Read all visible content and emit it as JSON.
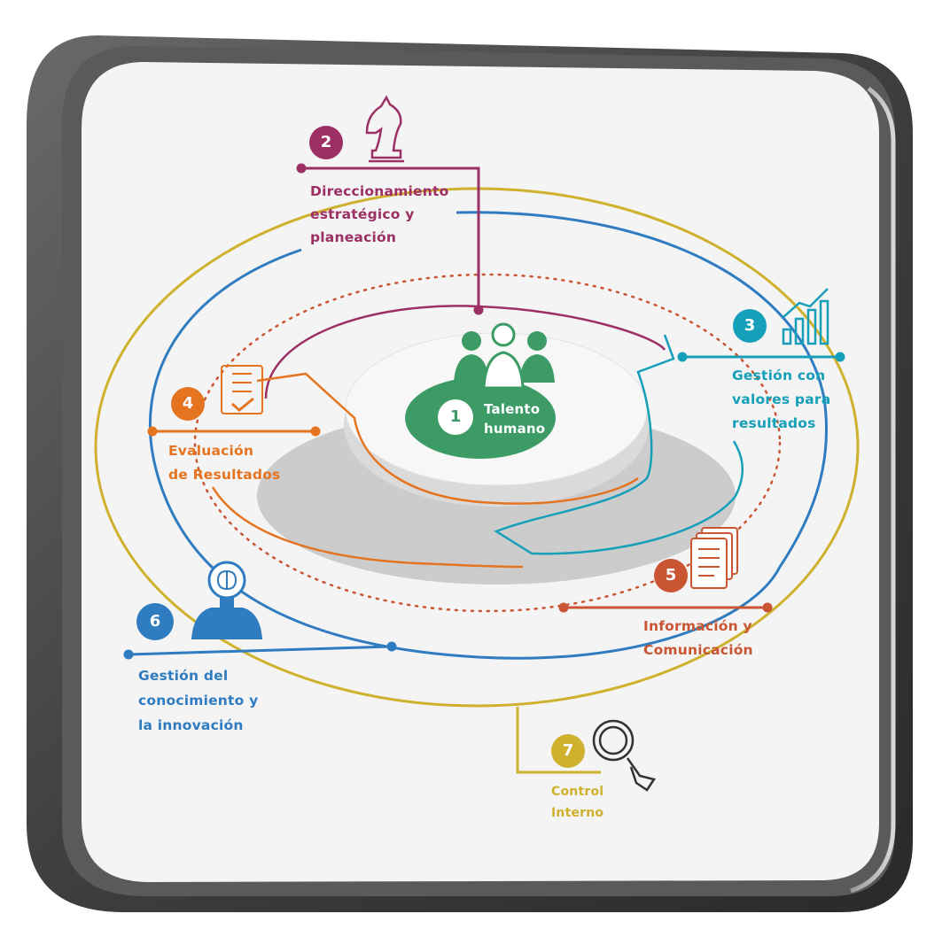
{
  "center": {
    "number": "1",
    "label": "Talento\nhumano",
    "color": "#3d9b66"
  },
  "dimensions": [
    {
      "number": "2",
      "label": "Direccionamiento\nestratégico y\nplaneación",
      "color": "#9c2f64",
      "icon": "chess-knight-icon"
    },
    {
      "number": "3",
      "label": "Gestión con\nvalores para\nresultados",
      "color": "#159fb8",
      "icon": "bar-chart-growth-icon"
    },
    {
      "number": "4",
      "label": "Evaluación\nde Resultados",
      "color": "#e57421",
      "icon": "checklist-icon"
    },
    {
      "number": "5",
      "label": "Información y\nComunicación",
      "color": "#c95532",
      "icon": "documents-icon"
    },
    {
      "number": "6",
      "label": "Gestión del\nconocimiento y\nla innovación",
      "color": "#2f7cc0",
      "icon": "brain-head-icon"
    },
    {
      "number": "7",
      "label": "Control\nInterno",
      "color": "#cfb12e",
      "icon": "magnifier-icon"
    }
  ],
  "colors": {
    "frame": "#505050",
    "panel": "#f4f4f4",
    "ring": "#cccccc"
  }
}
